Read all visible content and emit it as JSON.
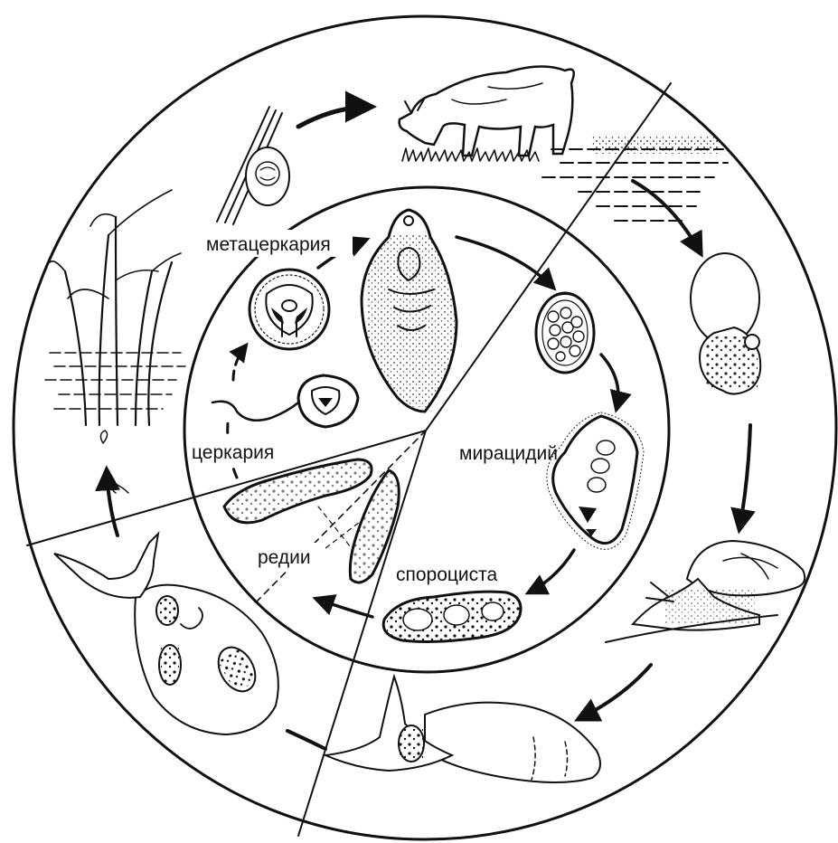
{
  "diagram": {
    "labels": {
      "metacercaria": "метацеркария",
      "cercaria": "церкария",
      "miracidium": "мирацидий",
      "sporocyst": "спороциста",
      "rediae": "редии"
    }
  }
}
